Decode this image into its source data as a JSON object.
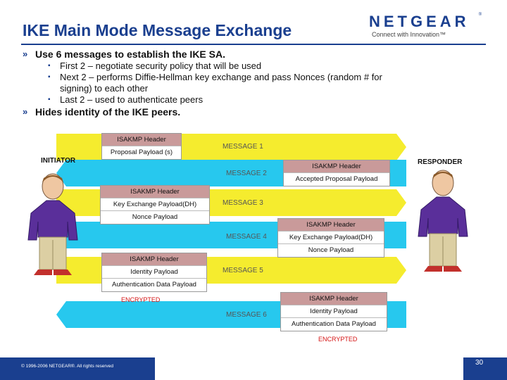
{
  "title": "IKE Main Mode Message Exchange",
  "logo": {
    "wordmark": "NETGEAR",
    "registered": "®",
    "tagline": "Connect with Innovation™"
  },
  "bullets": [
    {
      "level": 1,
      "text": "Use 6 messages to establish the IKE SA."
    },
    {
      "level": 2,
      "text": "First 2 – negotiate security policy that will be used"
    },
    {
      "level": 2,
      "text": "Next 2 – performs Diffie-Hellman key exchange and pass Nonces (random # for"
    },
    {
      "level": 0,
      "text": "signing) to each other"
    },
    {
      "level": 2,
      "text": "Last 2 – used to authenticate peers"
    },
    {
      "level": 1,
      "text": "Hides identity of the IKE peers."
    }
  ],
  "diagram": {
    "initiator_label": "INITIATOR",
    "responder_label": "RESPONDER",
    "messages": [
      {
        "label": "MESSAGE 1",
        "payloads": [
          "ISAKMP Header",
          "Proposal Payload (s)"
        ],
        "encrypted": ""
      },
      {
        "label": "MESSAGE 2",
        "payloads": [
          "ISAKMP Header",
          "Accepted Proposal Payload"
        ],
        "encrypted": ""
      },
      {
        "label": "MESSAGE 3",
        "payloads": [
          "ISAKMP Header",
          "Key Exchange Payload(DH)",
          "Nonce Payload"
        ],
        "encrypted": ""
      },
      {
        "label": "MESSAGE 4",
        "payloads": [
          "ISAKMP Header",
          "Key Exchange Payload(DH)",
          "Nonce Payload"
        ],
        "encrypted": ""
      },
      {
        "label": "MESSAGE 5",
        "payloads": [
          "ISAKMP Header",
          "Identity Payload",
          "Authentication Data Payload"
        ],
        "encrypted": "ENCRYPTED"
      },
      {
        "label": "MESSAGE 6",
        "payloads": [
          "ISAKMP Header",
          "Identity Payload",
          "Authentication Data Payload"
        ],
        "encrypted": "ENCRYPTED"
      }
    ]
  },
  "footer": {
    "copyright": "© 1996-2006 NETGEAR®. All rights reserved",
    "page": "30"
  },
  "colors": {
    "title": "#1a3f8f",
    "arrow_right": "#f5ec2e",
    "arrow_left": "#27c8ee",
    "payload_header": "#c99a9a",
    "encrypted": "#d51515"
  },
  "icons": [
    "initiator-person-icon",
    "responder-person-icon"
  ]
}
